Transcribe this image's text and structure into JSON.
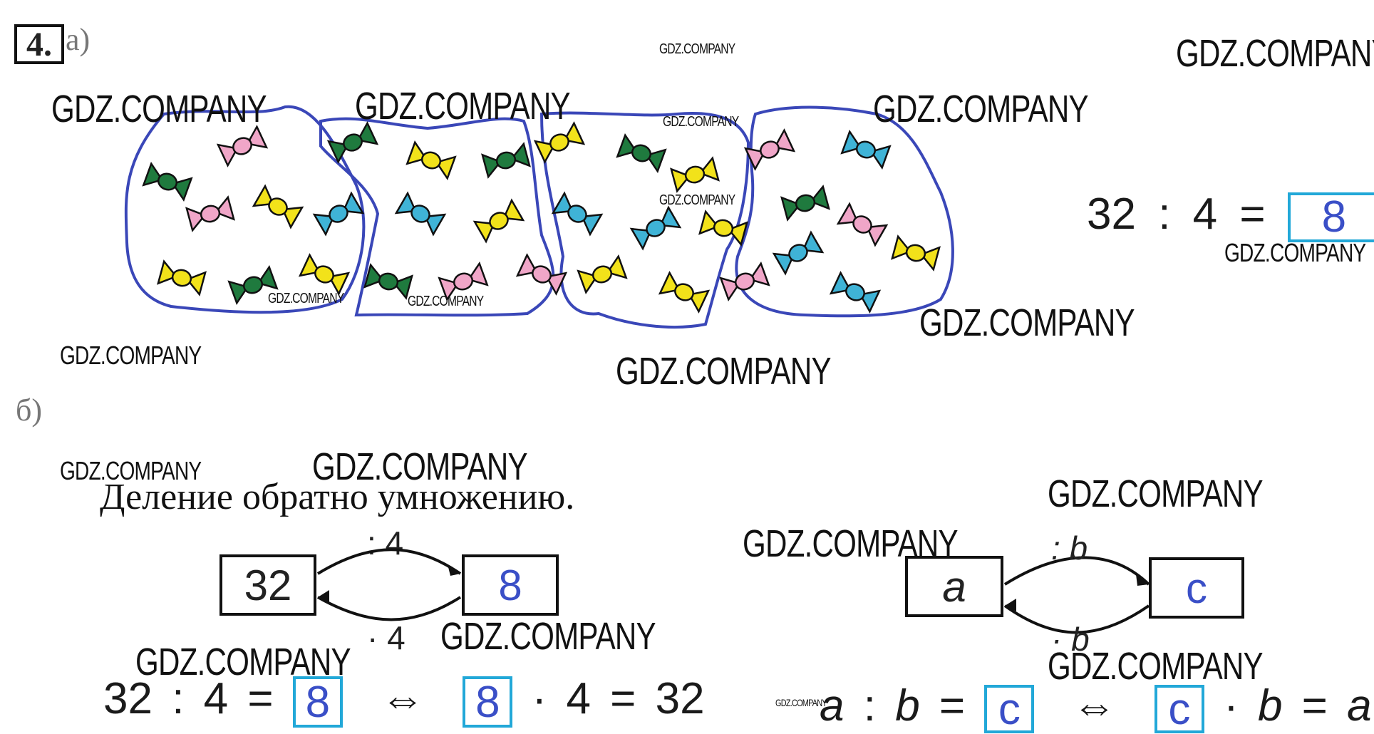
{
  "task": {
    "number": "4.",
    "part_a": "а)",
    "part_b": "б)"
  },
  "part_a": {
    "groups": [
      {
        "candies": [
          {
            "color": "pink"
          },
          {
            "color": "green"
          },
          {
            "color": "pink"
          },
          {
            "color": "yellow"
          },
          {
            "color": "blue"
          },
          {
            "color": "yellow"
          },
          {
            "color": "green"
          },
          {
            "color": "yellow"
          }
        ]
      },
      {
        "candies": [
          {
            "color": "green"
          },
          {
            "color": "yellow"
          },
          {
            "color": "green"
          },
          {
            "color": "blue"
          },
          {
            "color": "yellow"
          },
          {
            "color": "green"
          },
          {
            "color": "pink"
          },
          {
            "color": "pink"
          }
        ]
      },
      {
        "candies": [
          {
            "color": "yellow"
          },
          {
            "color": "green"
          },
          {
            "color": "yellow"
          },
          {
            "color": "blue"
          },
          {
            "color": "blue"
          },
          {
            "color": "yellow"
          },
          {
            "color": "yellow"
          },
          {
            "color": "yellow"
          }
        ]
      },
      {
        "candies": [
          {
            "color": "pink"
          },
          {
            "color": "blue"
          },
          {
            "color": "green"
          },
          {
            "color": "pink"
          },
          {
            "color": "blue"
          },
          {
            "color": "yellow"
          },
          {
            "color": "pink"
          },
          {
            "color": "blue"
          }
        ]
      }
    ],
    "equation": {
      "left": "32",
      "op": ":",
      "divisor": "4",
      "eq": "=",
      "answer": "8"
    }
  },
  "part_b": {
    "heading": "Деление обратно умножению.",
    "left_diagram": {
      "from": "32",
      "to": "8",
      "top_op": ": 4",
      "bottom_op": "· 4"
    },
    "right_diagram": {
      "from": "a",
      "to": "c",
      "top_op": ": b",
      "bottom_op": "· b"
    },
    "left_equations": {
      "a": "32",
      "op1": ":",
      "b": "4",
      "eq1": "=",
      "ans1": "8",
      "iff": "⇔",
      "ans2": "8",
      "op2": "·",
      "c": "4",
      "eq2": "=",
      "d": "32"
    },
    "right_equations": {
      "a": "a",
      "op1": ":",
      "b": "b",
      "eq1": "=",
      "ans1": "c",
      "iff": "⇔",
      "ans2": "c",
      "op2": "·",
      "c": "b",
      "eq2": "=",
      "d": "a"
    }
  },
  "watermark": "GDZ.COMPANY",
  "colors": {
    "answer_box": "#22a8d8",
    "answer_text": "#3a4fc7",
    "outline": "#3a47b8",
    "pink": "#f0a6c8",
    "green": "#1f7a3e",
    "yellow": "#f2e21a",
    "blue": "#3fb3d6"
  }
}
